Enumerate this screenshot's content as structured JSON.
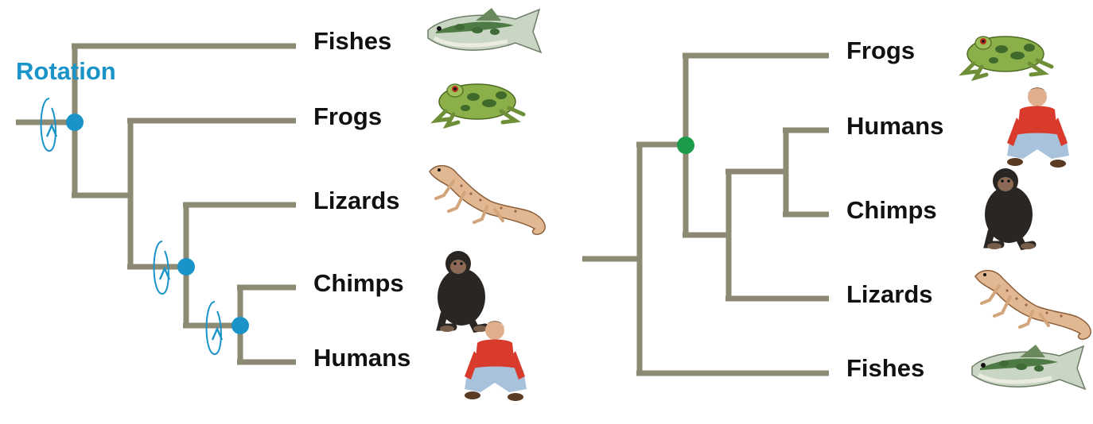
{
  "left_tree": {
    "annotation": "Rotation",
    "labels": [
      "Fishes",
      "Frogs",
      "Lizards",
      "Chimps",
      "Humans"
    ],
    "rotated_node_color": "#1a93c9"
  },
  "right_tree": {
    "labels": [
      "Frogs",
      "Humans",
      "Chimps",
      "Lizards",
      "Fishes"
    ],
    "highlight_node_color": "#1a9c4a"
  },
  "colors": {
    "branch": "#8c8a72",
    "label": "#111111",
    "rotation_arrow": "#1a93c9"
  },
  "icons": [
    "fish-icon",
    "frog-icon",
    "lizard-icon",
    "chimp-icon",
    "human-icon"
  ]
}
